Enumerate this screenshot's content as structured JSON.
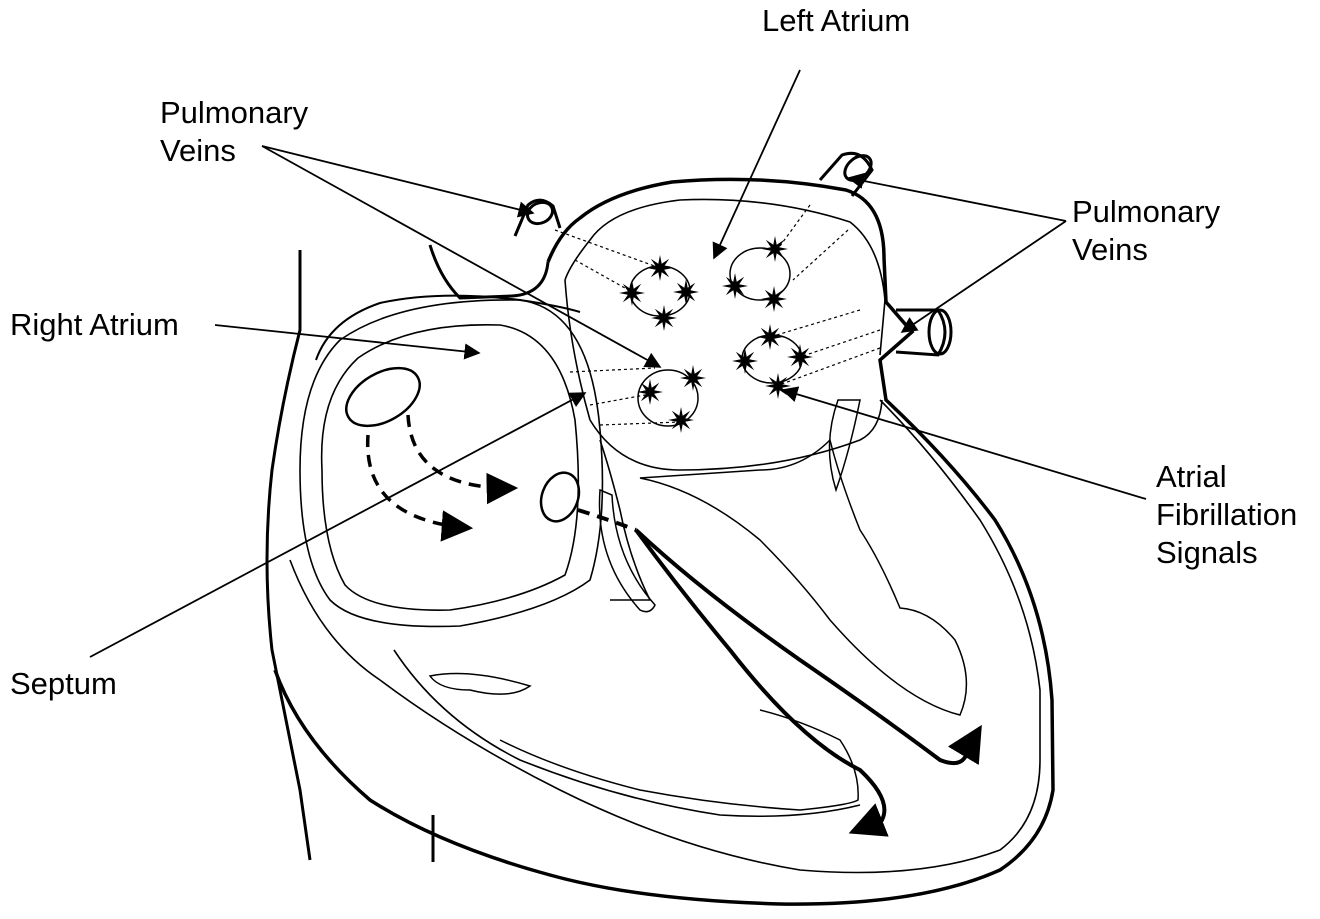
{
  "labels": {
    "left_atrium": "Left Atrium",
    "pulmonary_veins_left": [
      "Pulmonary",
      "Veins"
    ],
    "pulmonary_veins_right": [
      "Pulmonary",
      "Veins"
    ],
    "right_atrium": "Right Atrium",
    "atrial_fibrillation": [
      "Atrial",
      "Fibrillation",
      "Signals"
    ],
    "septum": "Septum"
  },
  "colors": {
    "ink": "#000000",
    "background": "#ffffff"
  }
}
